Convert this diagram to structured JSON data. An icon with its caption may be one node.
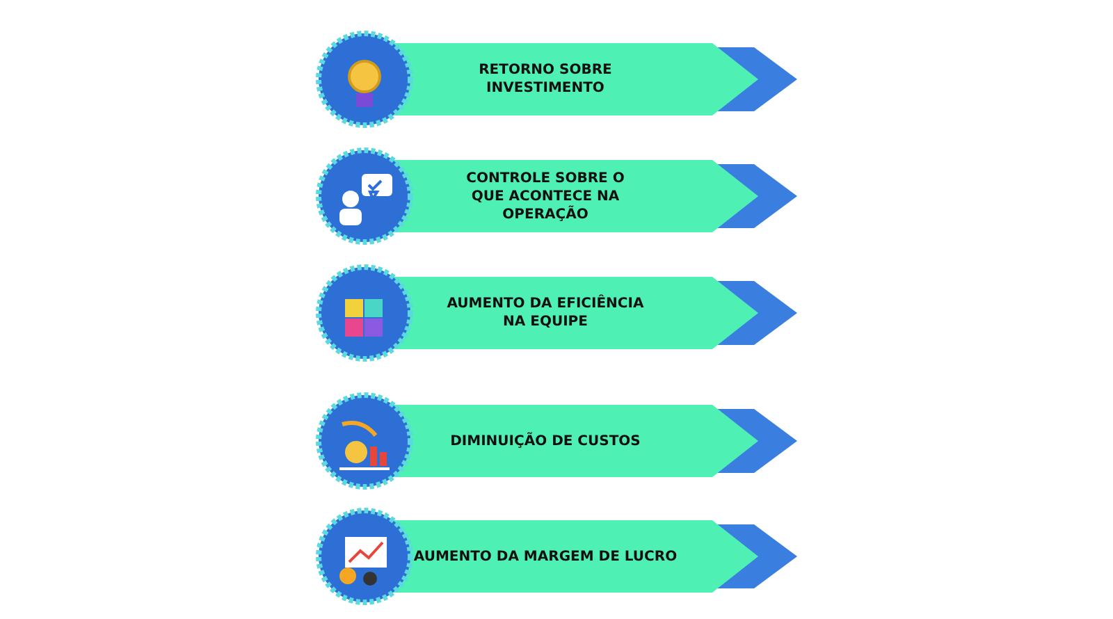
{
  "diagram": {
    "nodes": [
      {
        "text": [
          "RETORNO SOBRE INVESTIMENTO"
        ]
      },
      {
        "text": [
          "CONTROLE SOBRE O QUE ACONTECE NA OPERAÇÃO"
        ]
      },
      {
        "text": [
          "AUMENTO DA EFICIÊNCIA NA EQUIPE"
        ]
      },
      {
        "text": [
          "DIMINUIÇÃO DE CUSTOS"
        ]
      },
      {
        "text": [
          "AUMENTO DA MARGEM DE LUCRO"
        ]
      }
    ]
  }
}
